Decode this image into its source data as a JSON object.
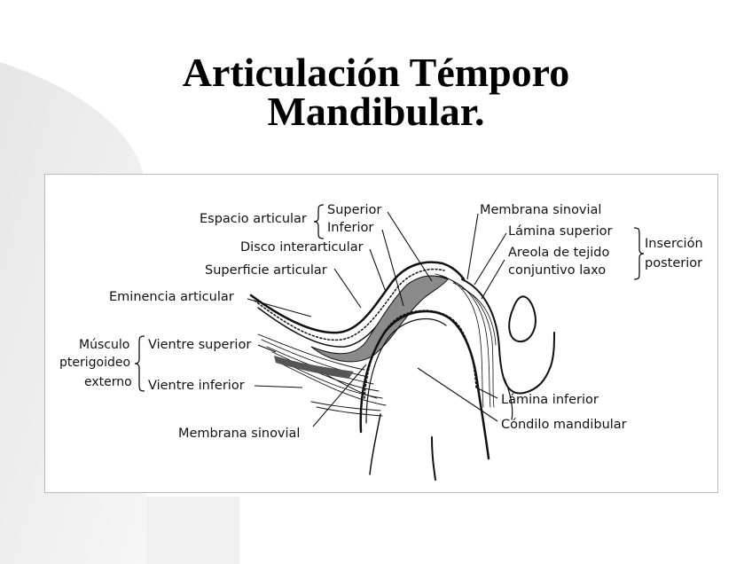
{
  "slide": {
    "title_line1": "Articulación Témporo",
    "title_line2": "Mandibular."
  },
  "diagram": {
    "labels": {
      "espacio_articular": "Espacio articular",
      "superior": "Superior",
      "inferior": "Inferior",
      "disco_interarticular": "Disco interarticular",
      "superficie_articular": "Superficie articular",
      "eminencia_articular": "Eminencia articular",
      "musculo": "Músculo",
      "pterigoideo": "pterigoideo",
      "externo": "externo",
      "vientre_superior": "Vientre superior",
      "vientre_inferior": "Vientre inferior",
      "membrana_sinovial_bottom": "Membrana sinovial",
      "membrana_sinovial_top": "Membrana sinovial",
      "lamina_superior": "Lámina superior",
      "areola_line1": "Areola de tejido",
      "areola_line2": "conjuntivo laxo",
      "insercion": "Inserción",
      "posterior": "posterior",
      "lamina_inferior": "Lámina inferior",
      "condilo_mandibular": "Cóndilo mandibular"
    }
  }
}
